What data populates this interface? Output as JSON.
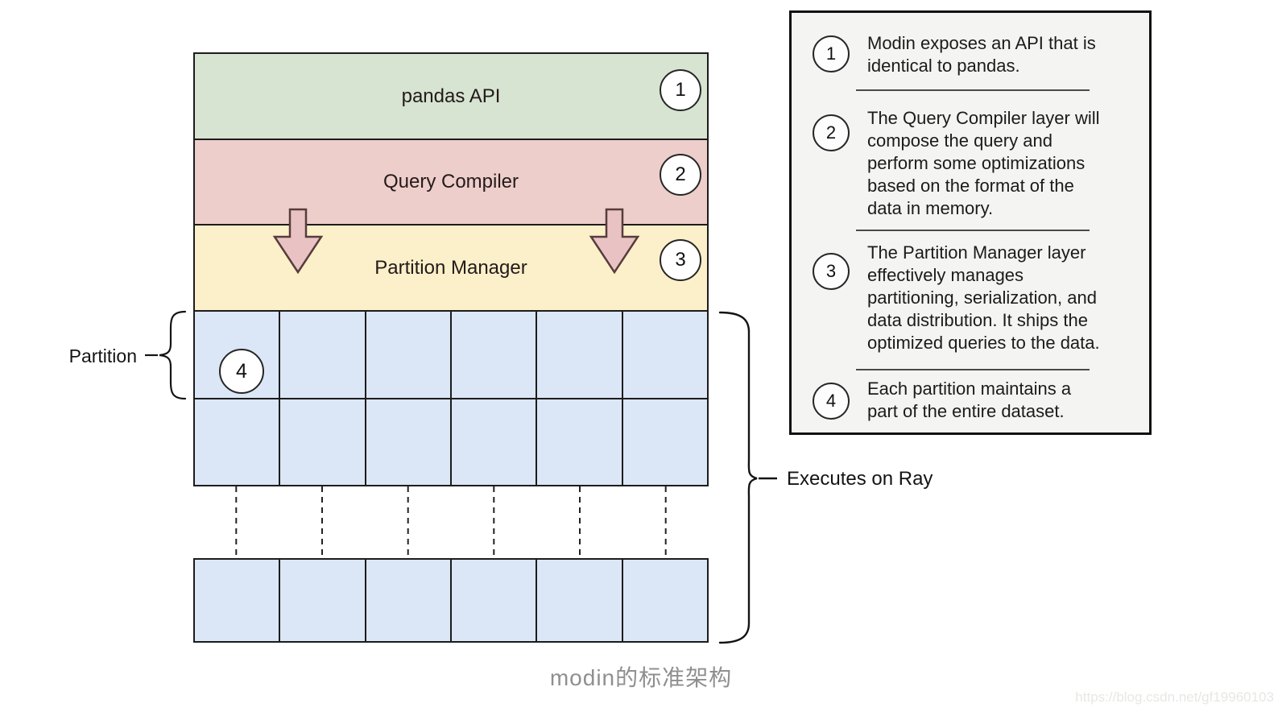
{
  "diagram": {
    "layers": [
      {
        "label": "pandas API",
        "badge": "1",
        "color": "#d6e4d1"
      },
      {
        "label": "Query Compiler",
        "badge": "2",
        "color": "#edcecb"
      },
      {
        "label": "Partition Manager",
        "badge": "3",
        "color": "#fbf0c9"
      }
    ],
    "flow_icon": "down-block-arrow",
    "partition_grid": {
      "badge": "4",
      "columns": 6,
      "rows_visible": 2,
      "rows_after_ellipsis": 1,
      "cell_color": "#dbe6f6",
      "ellipsis_style": "vertical-dashed-lines"
    },
    "partition_label": "Partition",
    "executes_label": "Executes on Ray"
  },
  "legend": {
    "items": [
      {
        "num": "1",
        "lines": [
          "Modin exposes an API that is",
          "identical to pandas."
        ]
      },
      {
        "num": "2",
        "lines": [
          "The Query Compiler layer will",
          "compose the query and",
          "perform some optimizations",
          "based on the format of the",
          "data in memory."
        ]
      },
      {
        "num": "3",
        "lines": [
          "The Partition Manager layer",
          "effectively manages",
          "partitioning, serialization, and",
          "data distribution. It ships the",
          "optimized queries to the data."
        ]
      },
      {
        "num": "4",
        "lines": [
          "Each partition maintains a",
          "part of the entire dataset."
        ]
      }
    ]
  },
  "caption": "modin的标准架构",
  "watermark": "https://blog.csdn.net/gf19960103",
  "colors": {
    "pandas_api_layer": "#d6e4d1",
    "query_compiler_layer": "#edcecb",
    "partition_manager_layer": "#fbf0c9",
    "partition_cell": "#dbe6f6",
    "arrow_fill": "#e9c3c3",
    "legend_background": "#f4f4f2",
    "outline": "#1c1c1c",
    "caption_text": "#8f8f8f",
    "watermark_text": "#e7e7e4"
  }
}
